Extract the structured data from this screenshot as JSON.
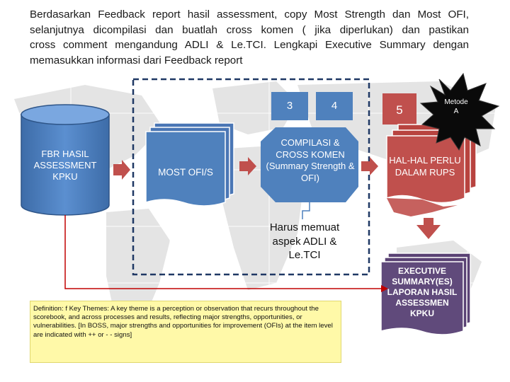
{
  "intro_lines": [
    "Berdasarkan Feedback report hasil assessment, copy Most Strength dan Most OFI,",
    "selanjutnya dicompilasi dan buatlah cross komen ( jika diperlukan) dan pastikan",
    "cross comment mengandung ADLI & Le.TCI. Lengkapi Executive Summary dengan",
    "memasukkan informasi dari Feedback report"
  ],
  "cylinder_label": "FBR HASIL ASSESSMENT KPKU",
  "stack_ofi_label": "MOST OFI/S",
  "step3": "3",
  "step4": "4",
  "step5": "5",
  "compilasi_label": "COMPILASI & CROSS KOMEN (Summary Strength & OFI)",
  "harus_label": "Harus memuat aspek ADLI & Le.TCI",
  "metode_label": "Metode A",
  "halhal_label": "HAL-HAL PERLU DALAM RUPS",
  "exec_label": "EXECUTIVE SUMMARY(ES) LAPORAN HASIL ASSESSMEN KPKU",
  "definition": "Definition: f Key Themes: A key theme is a perception or observation that recurs throughout the scorebook, and across processes and results, reflecting major strengths, opportunities, or vulnerabilities. [In BOSS, major strengths and opportunities for improvement (OFIs) at the item level are indicated with ++ or - - signs]",
  "colors": {
    "blue": "#4f81bd",
    "red_arrow": "#c0504d",
    "dark_red": "#c0504d",
    "purple": "#604a7b",
    "note_bg": "#fff9a8",
    "dashed": "#1f3864"
  }
}
